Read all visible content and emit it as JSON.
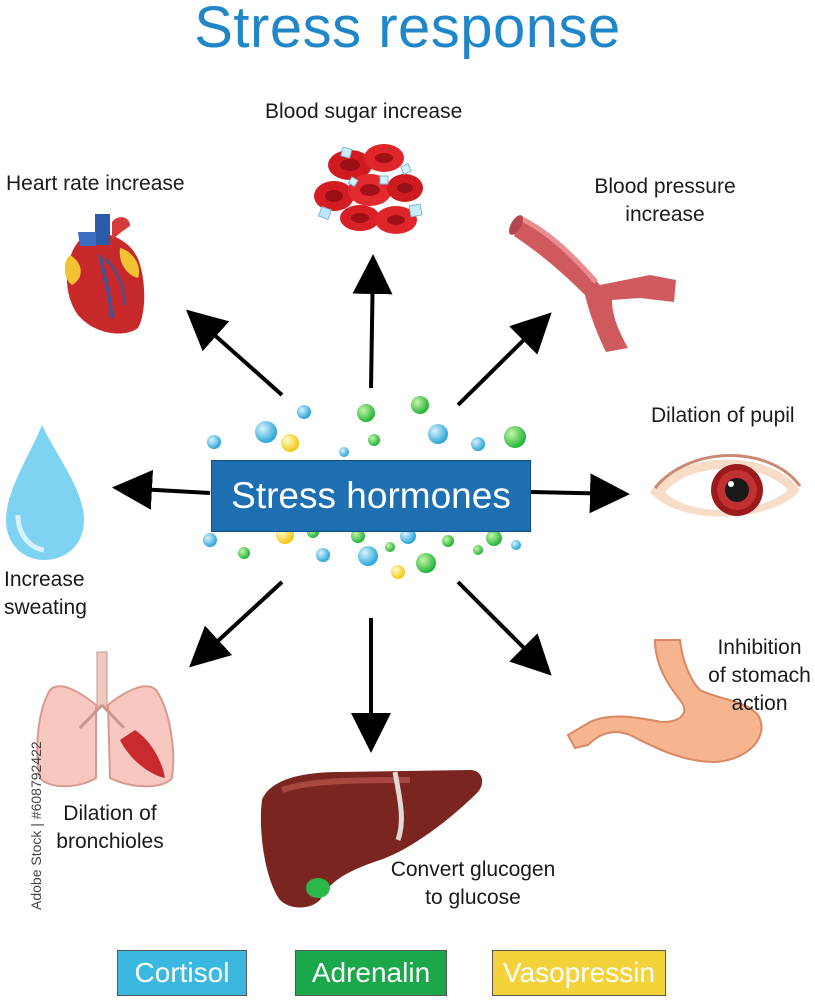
{
  "title": "Stress response",
  "center": {
    "label": "Stress hormones"
  },
  "effects": {
    "blood_sugar": "Blood sugar increase",
    "heart_rate": "Heart rate increase",
    "blood_pressure_line1": "Blood pressure",
    "blood_pressure_line2": "increase",
    "pupil": "Dilation of pupil",
    "sweating_line1": "Increase",
    "sweating_line2": "sweating",
    "stomach_line1": "Inhibition",
    "stomach_line2": "of stomach",
    "stomach_line3": "action",
    "bronchioles_line1": "Dilation of",
    "bronchioles_line2": "bronchioles",
    "glucogen_line1": "Convert glucogen",
    "glucogen_line2": "to glucose"
  },
  "legend": [
    {
      "label": "Cortisol",
      "color": "#3bb8e0"
    },
    {
      "label": "Adrenalin",
      "color": "#1aa84a"
    },
    {
      "label": "Vasopressin",
      "color": "#f3d23a"
    }
  ],
  "icons": [
    "blood-cells-icon",
    "heart-icon",
    "blood-vessel-icon",
    "eye-icon",
    "water-drop-icon",
    "stomach-icon",
    "lungs-icon",
    "liver-icon"
  ],
  "credit": "Adobe Stock | #608792422"
}
